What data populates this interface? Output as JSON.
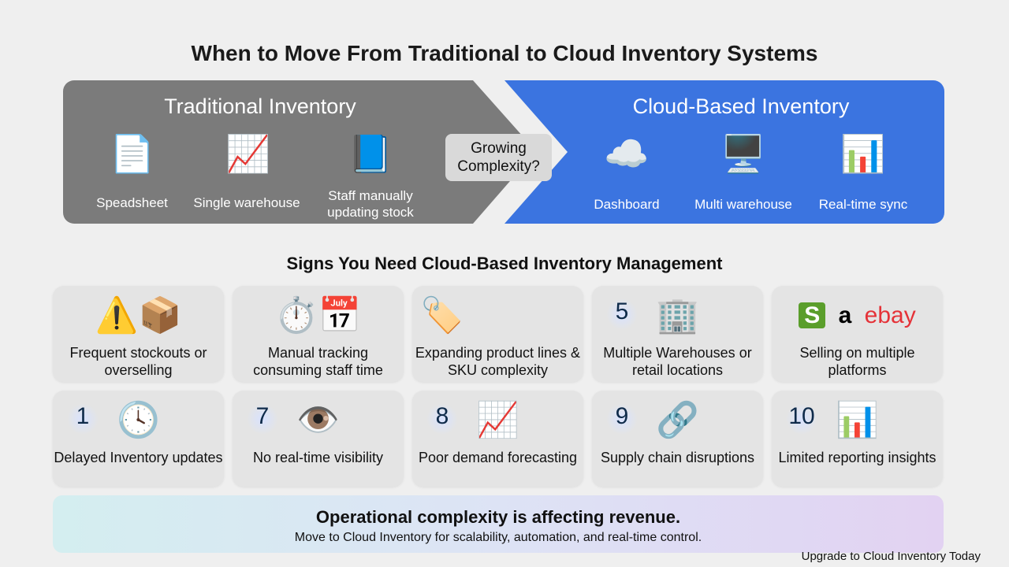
{
  "title": "When to Move From Traditional to Cloud Inventory Systems",
  "traditional": {
    "title": "Traditional Inventory",
    "items": [
      {
        "label": "Speadsheet",
        "icon": "spreadsheet-icon"
      },
      {
        "label": "Single warehouse",
        "icon": "notebook-chart-icon"
      },
      {
        "label": "Staff manually updating stock",
        "icon": "ledger-books-icon"
      }
    ]
  },
  "transition": "Growing Complexity?",
  "cloud": {
    "title": "Cloud-Based Inventory",
    "items": [
      {
        "label": "Dashboard",
        "icon": "cloud-icon"
      },
      {
        "label": "Multi warehouse",
        "icon": "dashboard-screen-icon"
      },
      {
        "label": "Real-time sync",
        "icon": "sync-chart-icon"
      }
    ]
  },
  "signs_title": "Signs You Need Cloud-Based Inventory Management",
  "cards": [
    {
      "num": "",
      "label": "Frequent stockouts or overselling",
      "icon": "warning-box-icon"
    },
    {
      "num": "",
      "label": "Manual tracking consuming staff time",
      "icon": "stopwatch-calendar-icon"
    },
    {
      "num": "",
      "label": "Expanding product lines & SKU complexity",
      "icon": "price-tags-icon"
    },
    {
      "num": "5",
      "label": "Multiple Warehouses or retail locations",
      "icon": "building-icon"
    },
    {
      "num": "",
      "label": "Selling on multiple platforms",
      "icon": "marketplace-logos-icon",
      "logos": [
        "S",
        "a",
        "ebay"
      ]
    },
    {
      "num": "1",
      "label": "Delayed Inventory updates",
      "icon": "clock-refresh-icon"
    },
    {
      "num": "7",
      "label": "No real-time visibility",
      "icon": "eye-window-icon"
    },
    {
      "num": "8",
      "label": "Poor demand forecasting",
      "icon": "trend-chart-icon"
    },
    {
      "num": "9",
      "label": "Supply chain disruptions",
      "icon": "broken-chain-icon"
    },
    {
      "num": "10",
      "label": "Limited reporting insights",
      "icon": "bar-report-icon"
    }
  ],
  "bottom": {
    "headline": "Operational complexity is affecting revenue.",
    "sub": "Move to Cloud Inventory for scalability, automation, and real-time control."
  },
  "footer": "Upgrade to Cloud Inventory Today",
  "colors": {
    "grey_panel": "#7b7b7b",
    "blue_panel": "#3b74e0"
  }
}
